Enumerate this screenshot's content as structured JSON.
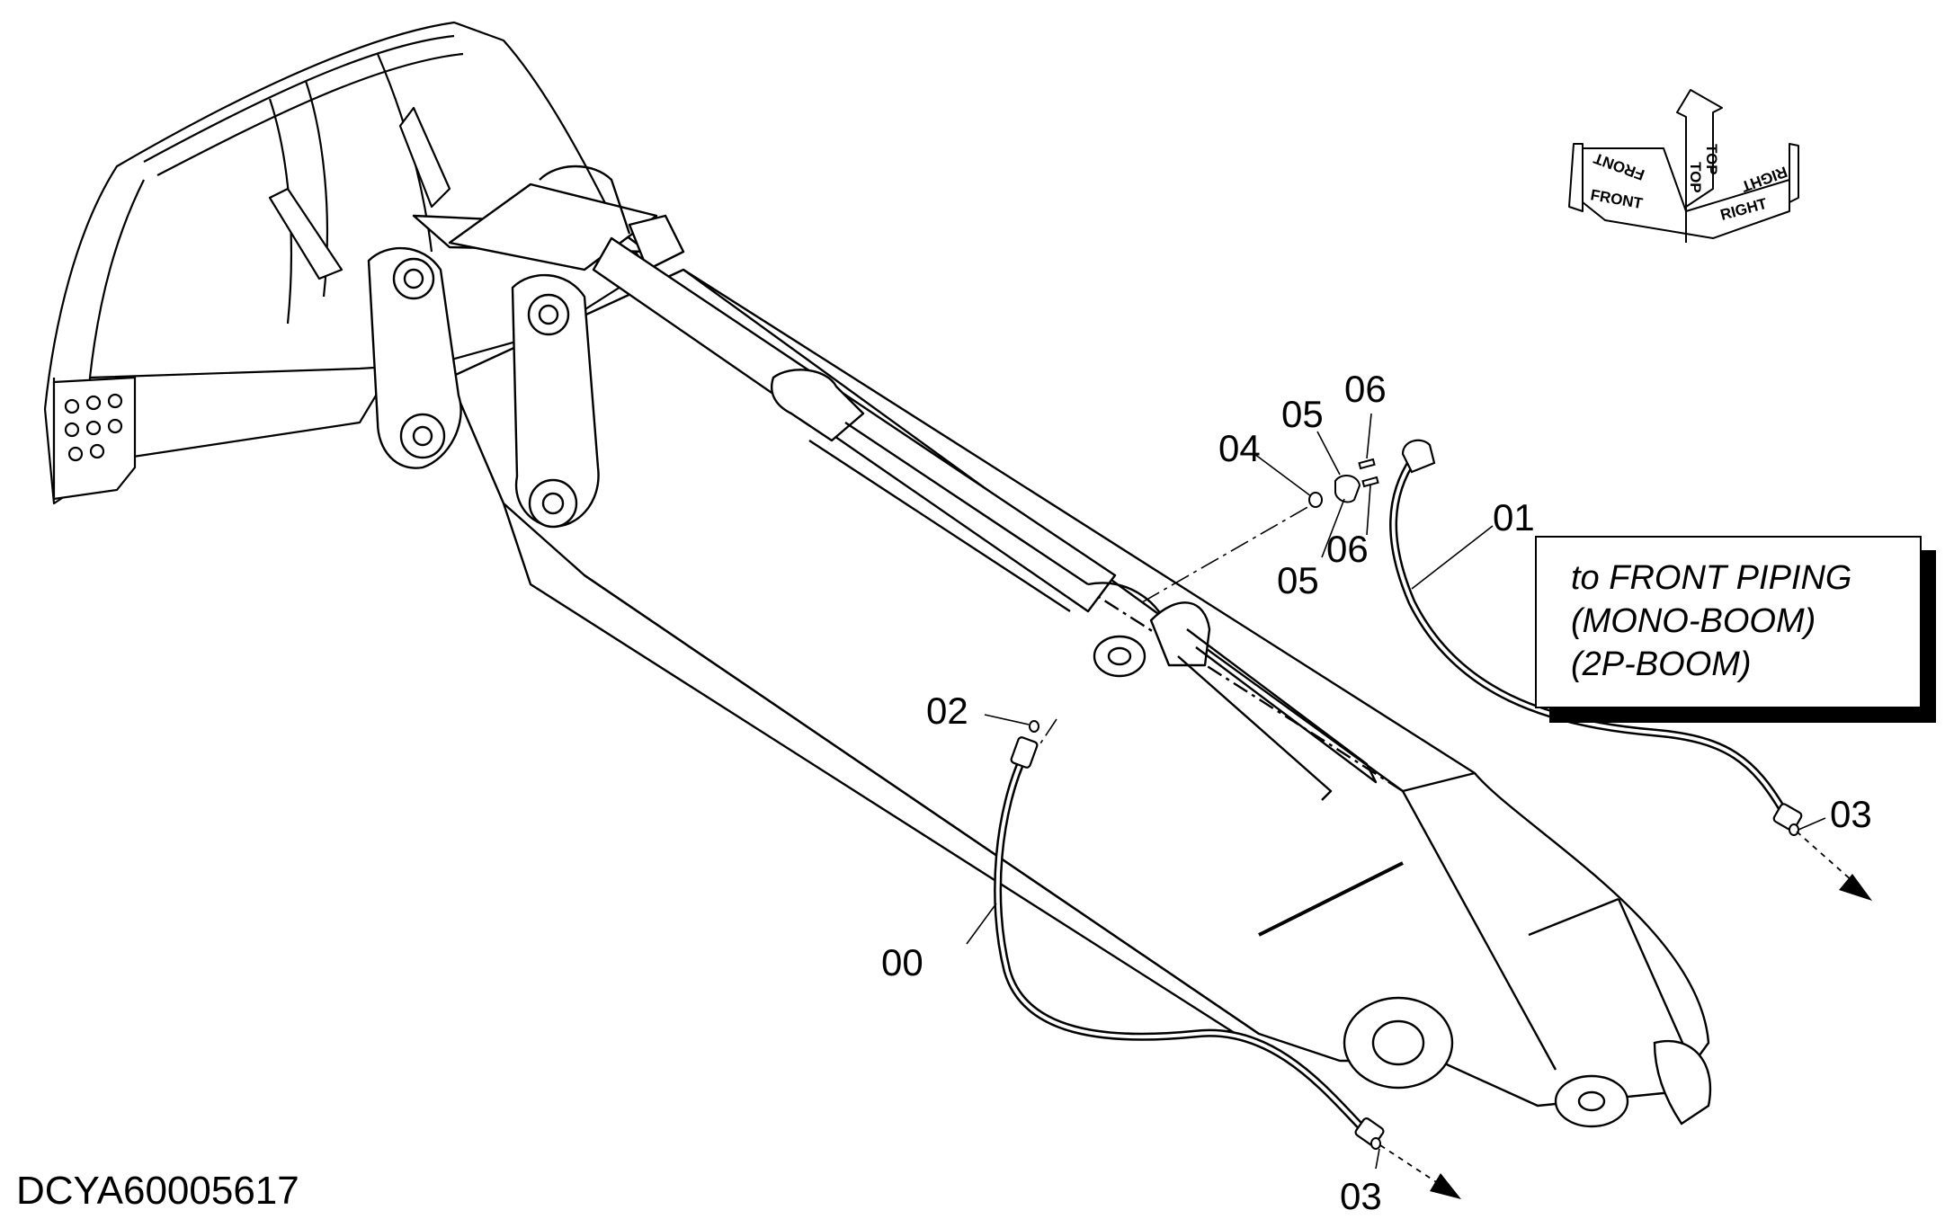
{
  "figure_id": "DCYA60005617",
  "callouts": {
    "c00": "00",
    "c01": "01",
    "c02": "02",
    "c03a": "03",
    "c03b": "03",
    "c04": "04",
    "c05a": "05",
    "c05b": "05",
    "c06a": "06",
    "c06b": "06"
  },
  "note": {
    "line1": "to FRONT PIPING",
    "line2": "(MONO-BOOM)",
    "line3": "(2P-BOOM)"
  },
  "orientation": {
    "front": "FRONT",
    "top": "TOP",
    "right": "RIGHT"
  }
}
